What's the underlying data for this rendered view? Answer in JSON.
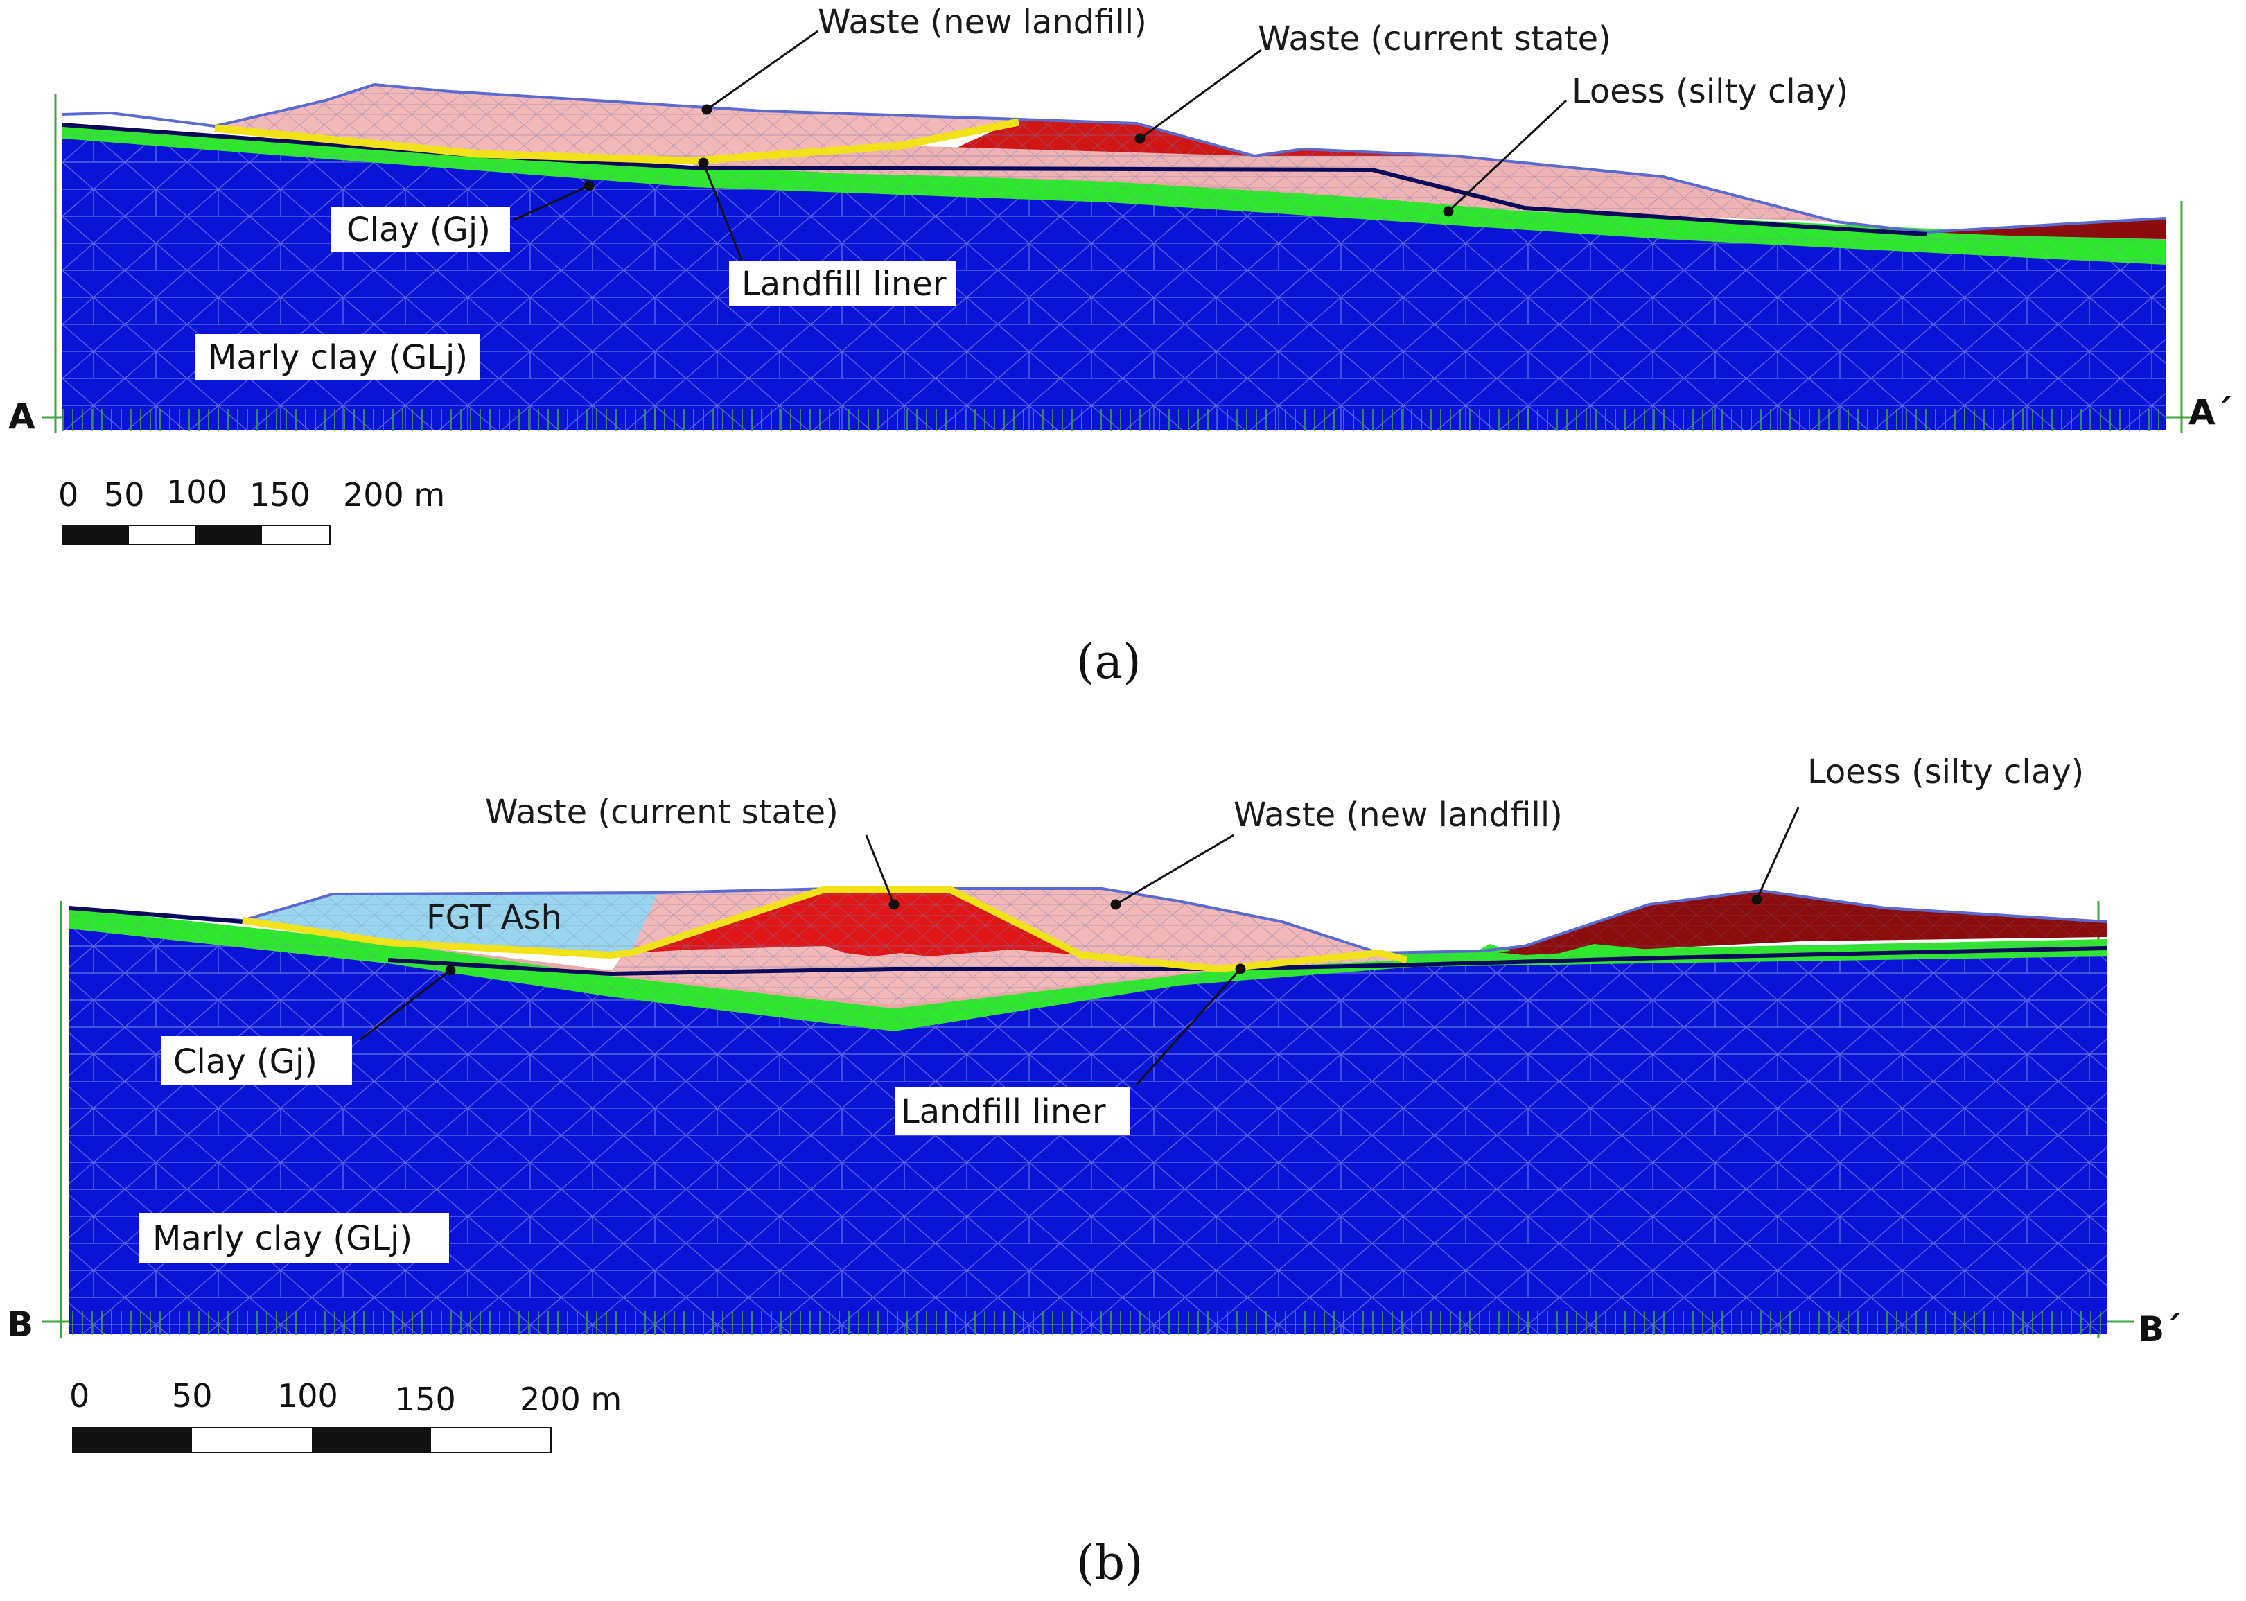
{
  "panel_a": {
    "caption": "(a)",
    "section_start": "A",
    "section_end": "A´",
    "labels": {
      "waste_new": "Waste (new landfill)",
      "waste_current": "Waste (current state)",
      "loess": "Loess (silty clay)",
      "clay": "Clay (Gj)",
      "liner": "Landfill liner",
      "marly": "Marly clay (GLj)"
    },
    "scale_ticks": [
      "0",
      "50",
      "100",
      "150",
      "200 m"
    ]
  },
  "panel_b": {
    "caption": "(b)",
    "section_start": "B",
    "section_end": "B´",
    "labels": {
      "waste_current": "Waste (current state)",
      "waste_new": "Waste (new landfill)",
      "loess": "Loess (silty clay)",
      "fgt": "FGT Ash",
      "clay": "Clay (Gj)",
      "liner": "Landfill liner",
      "marly": "Marly clay (GLj)"
    },
    "scale_ticks": [
      "0",
      "50",
      "100",
      "150",
      "200 m"
    ]
  },
  "colors": {
    "marly_clay": "#0a14d6",
    "clay": "#2ee82e",
    "waste_new": "#f3b9b9",
    "waste_current": "#e01515",
    "loess": "#8a0c0c",
    "fgt_ash": "#9ad6ee",
    "liner": "#f2e21a",
    "boundary": "#0a0a5a"
  }
}
